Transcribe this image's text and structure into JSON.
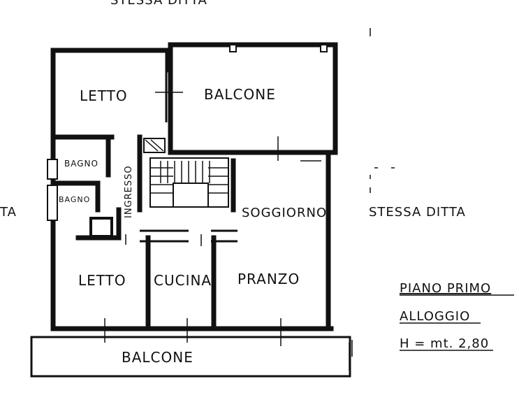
{
  "top_label": "STESSA DITTA",
  "left_label": "TA",
  "right_label": "STESSA   DITTA",
  "rooms": {
    "letto_top": "LETTO",
    "balcone_top": "BALCONE",
    "bagno_1": "BAGNO",
    "bagno_2": "BAGNO",
    "ingresso": "INGRESSO",
    "soggiorno": "SOGGIORNO",
    "letto_bottom": "LETTO",
    "cucina": "CUCINA",
    "pranzo": "PRANZO",
    "balcone_bottom": "BALCONE"
  },
  "legend": {
    "floor": "PIANO  PRIMO",
    "unit": "ALLOGGIO",
    "height": "H = mt. 2,80"
  }
}
